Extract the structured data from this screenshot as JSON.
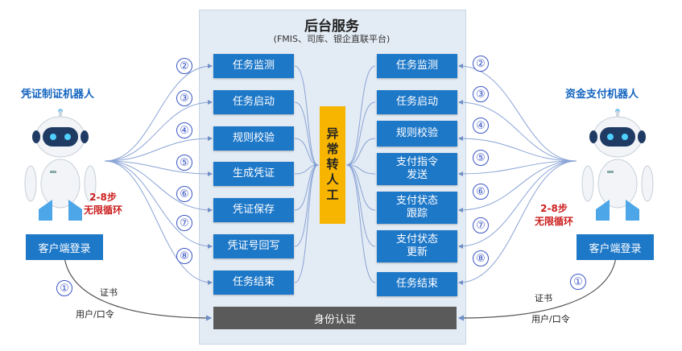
{
  "backend": {
    "title": "后台服务",
    "subtitle": "(FMIS、司库、银企直联平台)",
    "exception": "异常转人工",
    "auth": "身份认证"
  },
  "left_robot": {
    "name": "凭证制证机器人",
    "steps_line1": "2-8步",
    "steps_line2": "无限循环",
    "login": "客户端登录",
    "cert": "证书",
    "user": "用户/口令"
  },
  "right_robot": {
    "name": "资金支付机器人",
    "steps_line1": "2-8步",
    "steps_line2": "无限循环",
    "login": "客户端登录",
    "cert": "证书",
    "user": "用户/口令"
  },
  "left_tasks": [
    "任务监测",
    "任务启动",
    "规则校验",
    "生成凭证",
    "凭证保存",
    "凭证号回写",
    "任务结束"
  ],
  "right_tasks": [
    "任务监测",
    "任务启动",
    "规则校验",
    "支付指令\n发送",
    "支付状态\n跟踪",
    "支付状态\n更新",
    "任务结束"
  ],
  "step_numbers": [
    "①",
    "②",
    "③",
    "④",
    "⑤",
    "⑥",
    "⑦",
    "⑧"
  ],
  "colors": {
    "task_blue": "#1e78c8",
    "exception_yellow": "#f7b500",
    "auth_gray": "#5a5a5a",
    "step_red": "#cc1e1e",
    "backend_bg": "#e3ebf4"
  }
}
